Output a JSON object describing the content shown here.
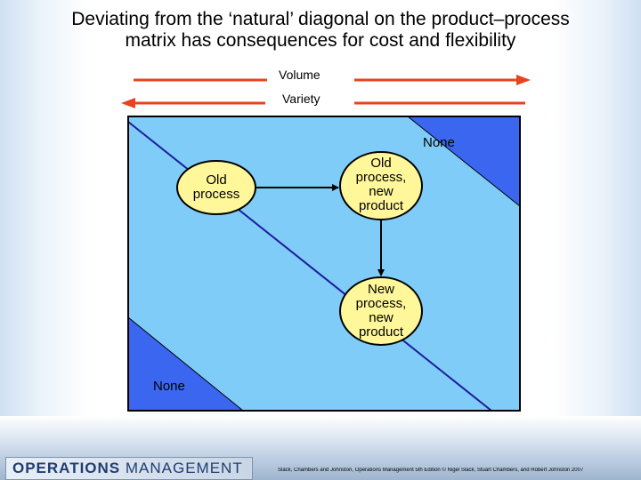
{
  "title": {
    "line1": "Deviating from the ‘natural’ diagonal on the product–process",
    "line2": "matrix has consequences for cost and flexibility"
  },
  "arrows": {
    "volume_label": "Volume",
    "variety_label": "Variety"
  },
  "nodes": {
    "old_process": {
      "line1": "Old",
      "line2": "process"
    },
    "old_process_new_product": {
      "line1": "Old",
      "line2": "process,",
      "line3": "new",
      "line4": "product"
    },
    "new_process_new_product": {
      "line1": "New",
      "line2": "process,",
      "line3": "new",
      "line4": "product"
    }
  },
  "regions": {
    "top_right": "None",
    "bottom_left": "None"
  },
  "footer": {
    "logo_bold": "OPERATIONS",
    "logo_light": "MANAGEMENT",
    "copyright": "Slack, Chambers and Johnston, Operations Management 5th Edition © Nigel Slack, Stuart Chambers, and Robert Johnston 2007"
  },
  "colors": {
    "matrix_background": "#7fccf8",
    "corner_fill": "#3a66f0",
    "diagonal_line": "#1d1d9a",
    "arrow_red": "#e8431e",
    "node_fill": "#fff79a"
  }
}
